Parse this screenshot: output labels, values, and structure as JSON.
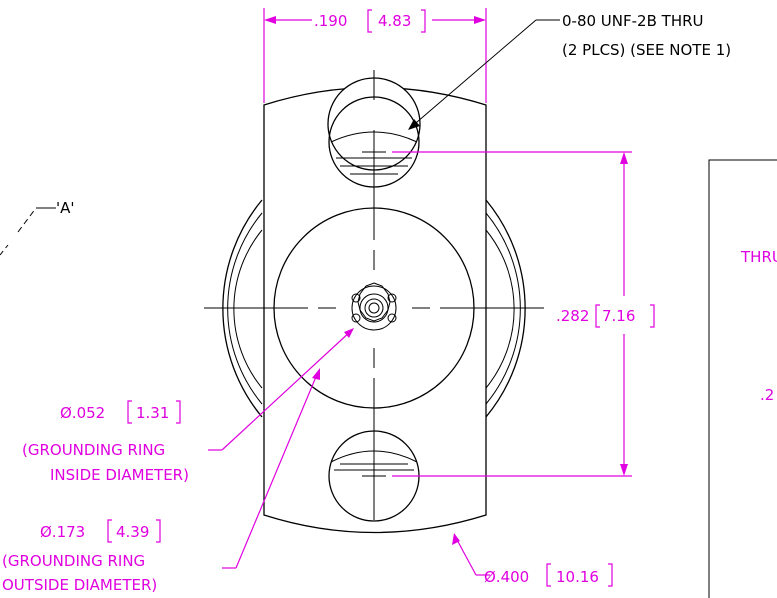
{
  "annotations": {
    "width_dim": ".190",
    "width_dim_mm": "4.83",
    "thread_callout_line1": "0-80 UNF-2B THRU",
    "thread_callout_line2": "(2 PLCS) (SEE NOTE 1)",
    "section_label": "'A'",
    "hole_spacing_dim": ".282",
    "hole_spacing_dim_mm": "7.16",
    "inner_ring_dia": "Ø.052",
    "inner_ring_dia_mm": "1.31",
    "inner_ring_line1": "(GROUNDING RING",
    "inner_ring_line2": "INSIDE DIAMETER)",
    "outer_ring_dia": "Ø.173",
    "outer_ring_dia_mm": "4.39",
    "outer_ring_line1": "(GROUNDING RING",
    "outer_ring_line2": "OUTSIDE DIAMETER)",
    "overall_dia": "Ø.400",
    "overall_dia_mm": "10.16",
    "inset_partial_1": "THRU",
    "inset_partial_2": ".2"
  },
  "colors": {
    "dimension": "#e000e0",
    "outline": "#000000"
  }
}
